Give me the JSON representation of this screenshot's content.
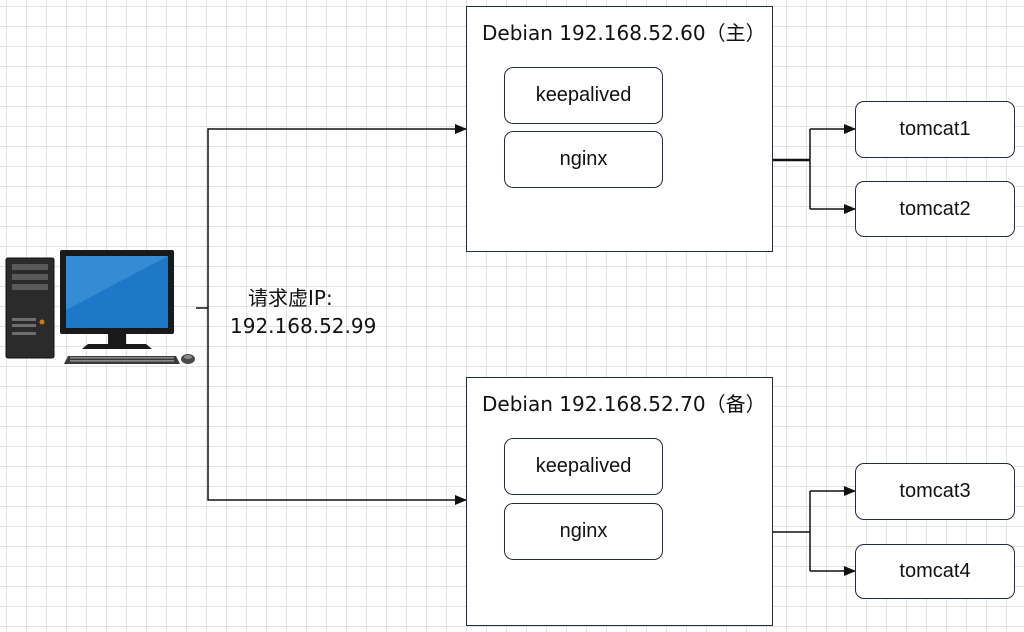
{
  "client": {
    "request_label": "请求虚IP:",
    "request_ip": "192.168.52.99"
  },
  "servers": [
    {
      "title": "Debian 192.168.52.60（主）",
      "services": [
        "keepalived",
        "nginx"
      ],
      "tomcats": [
        "tomcat1",
        "tomcat2"
      ]
    },
    {
      "title": "Debian 192.168.52.70（备）",
      "services": [
        "keepalived",
        "nginx"
      ],
      "tomcats": [
        "tomcat3",
        "tomcat4"
      ]
    }
  ],
  "colors": {
    "line": "#111111",
    "border": "#1f2a44",
    "grid": "#e2e2e2",
    "monitor_screen": "#1e78c8"
  },
  "icons": {
    "computer": "desktop-computer-icon"
  }
}
